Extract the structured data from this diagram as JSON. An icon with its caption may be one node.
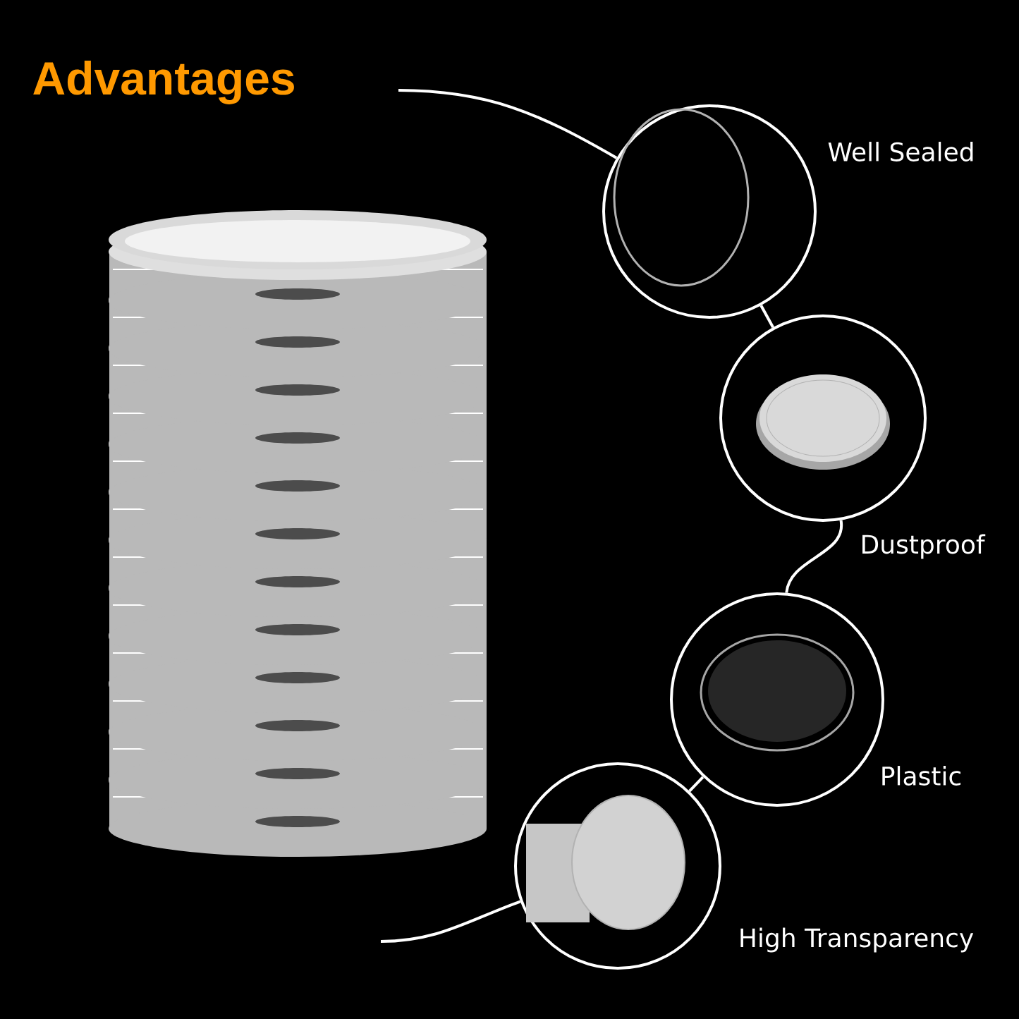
{
  "diagram": {
    "title": "Advantages",
    "nodes": [
      {
        "text": [],
        "shape": "picture",
        "beside": [
          "Well Sealed"
        ]
      },
      {
        "text": [],
        "shape": "picture",
        "beside": [
          "Dustproof"
        ]
      },
      {
        "text": [],
        "shape": "picture",
        "beside": [
          "Plastic"
        ]
      },
      {
        "text": [],
        "shape": "picture",
        "beside": [
          "High Transparency"
        ]
      }
    ],
    "edges": [
      {
        "from": null,
        "to": 0,
        "arrow": "none"
      },
      {
        "from": 0,
        "to": 1,
        "arrow": "none"
      },
      {
        "from": 1,
        "to": 2,
        "arrow": "none"
      },
      {
        "from": 2,
        "to": 3,
        "arrow": "none"
      },
      {
        "from": 3,
        "to": null,
        "arrow": "none"
      }
    ]
  }
}
